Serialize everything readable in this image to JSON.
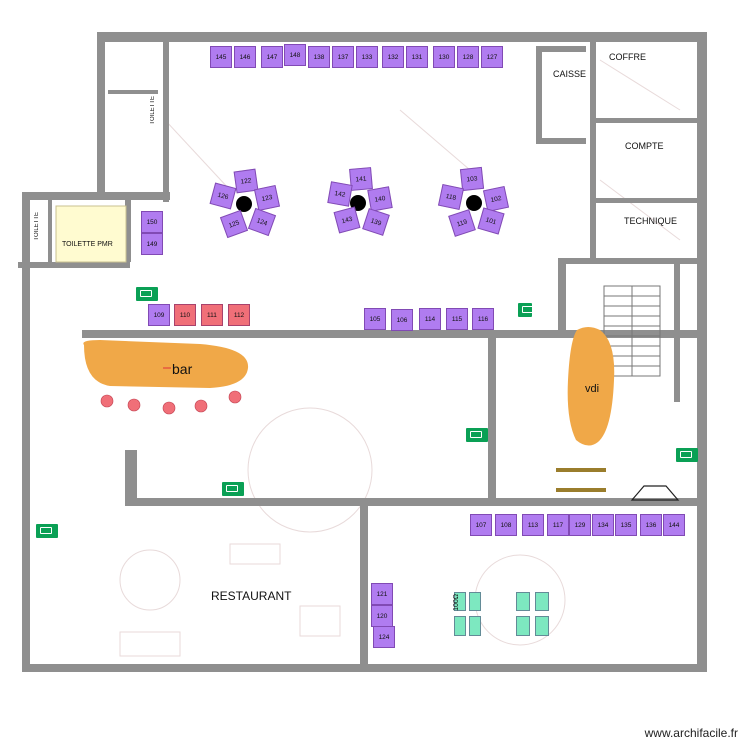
{
  "rooms": {
    "coffre": "COFFRE",
    "caisse": "CAISSE",
    "compte": "COMPTE",
    "technique": "TECHNIQUE",
    "toilette_top": "TOILETTE",
    "toilette_left": "TOILETTE",
    "toilette_pmr": "TOILETTE PMR",
    "bar": "bar",
    "vdi": "vdi",
    "restaurant": "RESTAURANT"
  },
  "machines": {
    "top_row": [
      "145",
      "146",
      "147",
      "148",
      "138",
      "137",
      "133",
      "132",
      "131",
      "130",
      "128",
      "127"
    ],
    "left_column": [
      "150",
      "149"
    ],
    "middle_left_row": [
      {
        "id": "109",
        "color": "purple"
      },
      {
        "id": "110",
        "color": "red"
      },
      {
        "id": "111",
        "color": "red"
      },
      {
        "id": "112",
        "color": "red"
      }
    ],
    "middle_right_row": [
      "105",
      "106",
      "114",
      "115",
      "116"
    ],
    "lower_row": [
      "107",
      "108",
      "113",
      "117",
      "129",
      "134",
      "135",
      "136",
      "144"
    ],
    "lower_column": [
      "121",
      "120",
      "124"
    ],
    "cluster_1": [
      "122",
      "126",
      "123",
      "125",
      "124"
    ],
    "cluster_2": [
      "141",
      "142",
      "140",
      "143",
      "139"
    ],
    "cluster_3": [
      "103",
      "118",
      "102",
      "119",
      "101"
    ],
    "green_label": "100Ω"
  },
  "colors": {
    "machine": "#b07cf0",
    "machine_alt": "#f06f78",
    "bar": "#f0a848",
    "exit": "#0aa055",
    "wall": "#8f8f8f"
  },
  "watermark": "www.archifacile.fr"
}
